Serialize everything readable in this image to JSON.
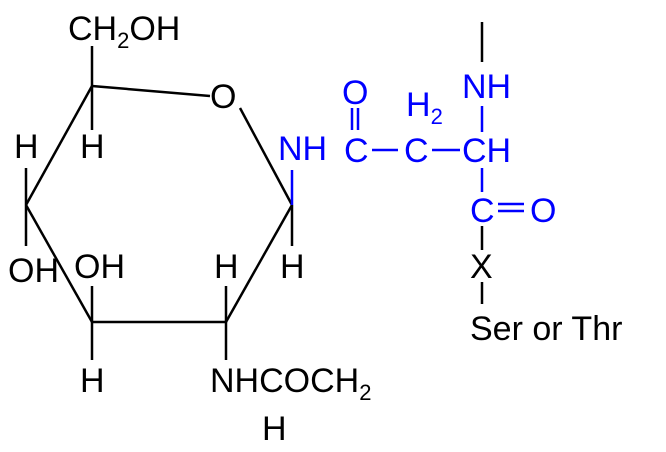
{
  "colors": {
    "sugar": "#000000",
    "peptide": "#0000ff"
  },
  "sugar": {
    "ch2oh": {
      "ch": "CH",
      "sub": "2",
      "oh": "OH"
    },
    "ring_o": "O",
    "h_c5": "H",
    "h_c4": "H",
    "oh_c4": "OH",
    "oh_c3": "OH",
    "h_c3": "H",
    "h_c2": "H",
    "h_c1": "H",
    "nhcoch2": {
      "main": "NHCOCH",
      "sub": "2"
    },
    "h_bottom": "H"
  },
  "peptide": {
    "nh": "NH",
    "o_top": "O",
    "c_carbonyl": "C",
    "c_ch2": "C",
    "h2": {
      "h": "H",
      "sub": "2"
    },
    "ch": "CH",
    "nh_top": "NH",
    "c_bottom": "C",
    "o_right": "O"
  },
  "linker": {
    "x": "X",
    "ser_thr": "Ser or Thr"
  }
}
